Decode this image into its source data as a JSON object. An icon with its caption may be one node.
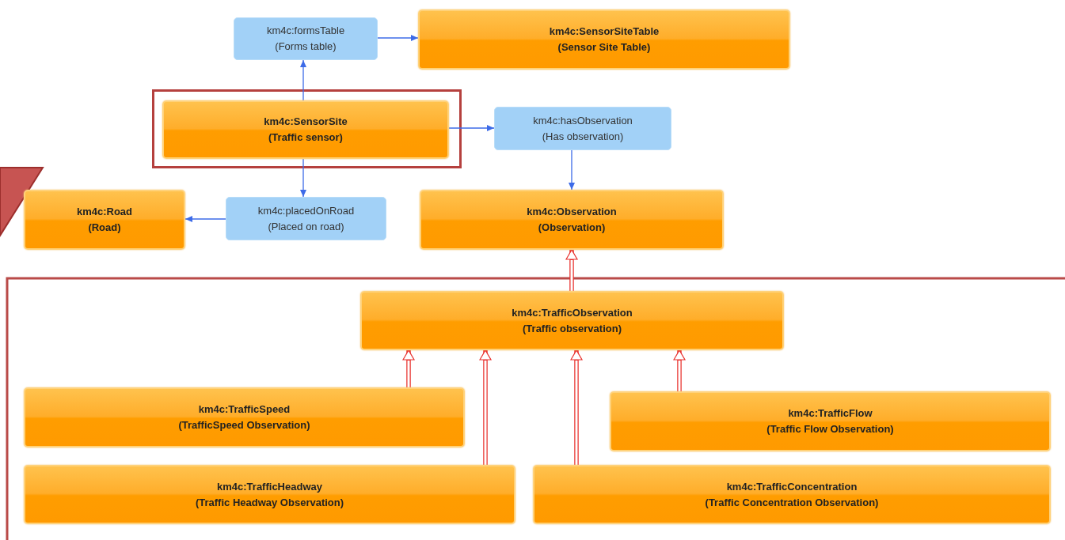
{
  "diagram": {
    "nodes": [
      {
        "text": [
          "km4c:formsTable",
          "(Forms table)"
        ]
      },
      {
        "text": [
          "km4c:SensorSiteTable",
          "(Sensor Site Table)"
        ]
      },
      {
        "text": [
          "km4c:SensorSite",
          "(Traffic sensor)"
        ]
      },
      {
        "text": [
          "km4c:hasObservation",
          "(Has observation)"
        ]
      },
      {
        "text": [
          "km4c:Road",
          "(Road)"
        ]
      },
      {
        "text": [
          "km4c:placedOnRoad",
          "(Placed on road)"
        ]
      },
      {
        "text": [
          "km4c:Observation",
          "(Observation)"
        ]
      },
      {
        "text": [
          "km4c:TrafficObservation",
          "(Traffic observation)"
        ]
      },
      {
        "text": [
          "km4c:TrafficSpeed",
          "(TrafficSpeed Observation)"
        ]
      },
      {
        "text": [
          "km4c:TrafficFlow",
          "(Traffic Flow Observation)"
        ]
      },
      {
        "text": [
          "km4c:TrafficHeadway",
          "(Traffic Headway Observation)"
        ]
      },
      {
        "text": [
          "km4c:TrafficConcentration",
          "(Traffic Concentration Observation)"
        ]
      }
    ],
    "edges": [
      {
        "from": 2,
        "to": 0,
        "arrow": "to"
      },
      {
        "from": 0,
        "to": 1,
        "arrow": "to"
      },
      {
        "from": 2,
        "to": 3,
        "arrow": "to"
      },
      {
        "from": 3,
        "to": 6,
        "arrow": "to"
      },
      {
        "from": 2,
        "to": 5,
        "arrow": "to"
      },
      {
        "from": 5,
        "to": 4,
        "arrow": "to"
      },
      {
        "from": 7,
        "to": 6,
        "arrow": "to",
        "style": "thick",
        "color": "#e8302c"
      },
      {
        "from": 8,
        "to": 7,
        "arrow": "to",
        "style": "thick",
        "color": "#e8302c"
      },
      {
        "from": 10,
        "to": 7,
        "arrow": "to",
        "style": "thick",
        "color": "#e8302c"
      },
      {
        "from": 11,
        "to": 7,
        "arrow": "to",
        "style": "thick",
        "color": "#e8302c"
      },
      {
        "from": 9,
        "to": 7,
        "arrow": "to",
        "style": "thick",
        "color": "#e8302c"
      }
    ]
  }
}
